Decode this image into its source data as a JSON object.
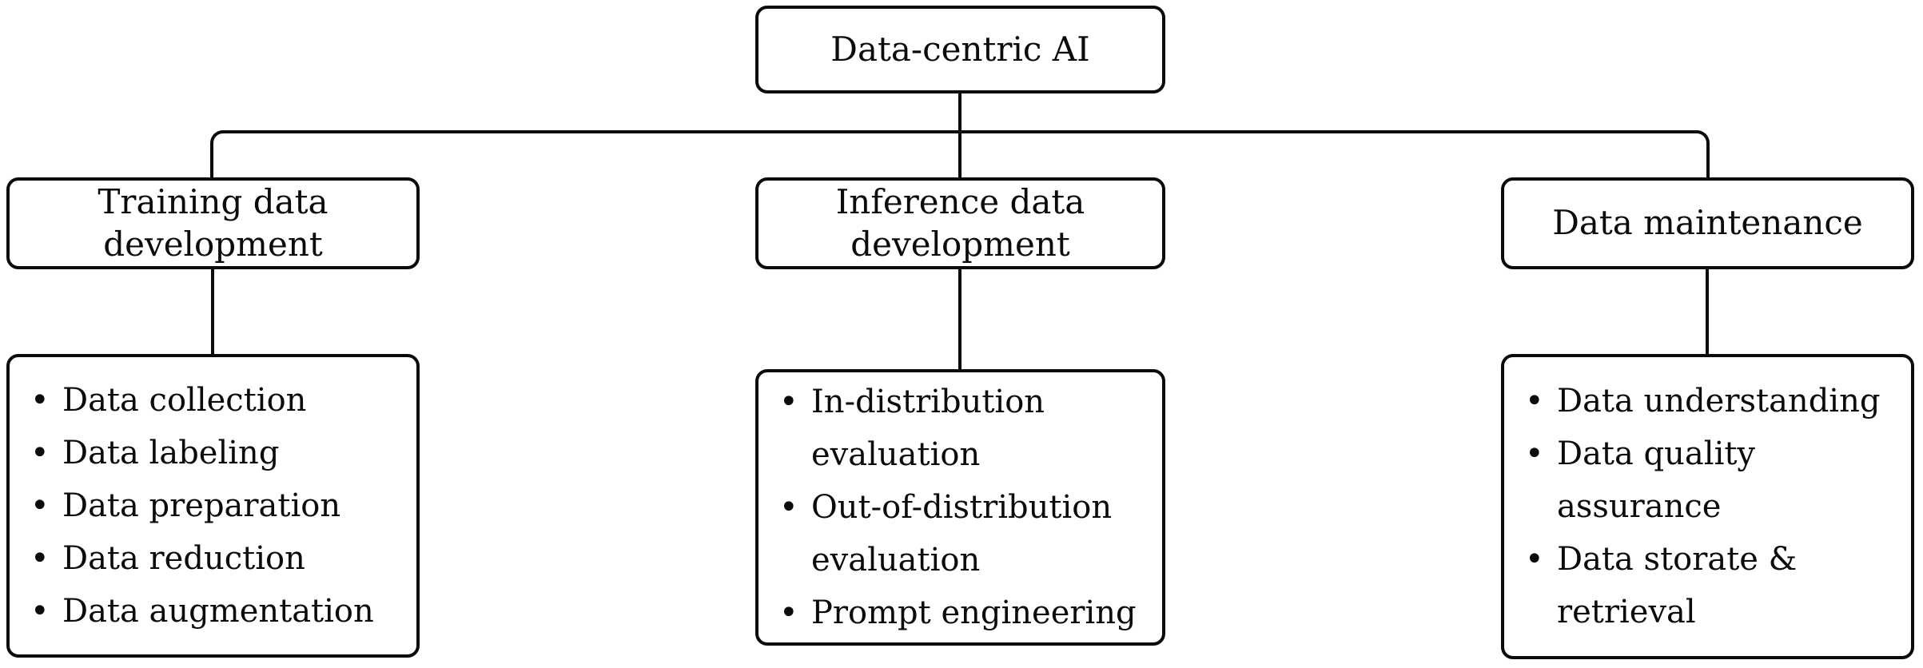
{
  "root": {
    "label": "Data-centric AI"
  },
  "branches": [
    {
      "title": "Training data\ndevelopment",
      "items": [
        "Data collection",
        "Data labeling",
        "Data preparation",
        "Data reduction",
        "Data augmentation"
      ]
    },
    {
      "title": "Inference data\ndevelopment",
      "items": [
        "In-distribution evaluation",
        "Out-of-distribution evaluation",
        "Prompt engineering"
      ]
    },
    {
      "title": "Data maintenance",
      "items": [
        "Data understanding",
        "Data quality assurance",
        "Data storate & retrieval"
      ]
    }
  ],
  "bullet_glyph": "•",
  "colors": {
    "line": "#0b0b0b",
    "text": "#0b0b0b",
    "background": "#ffffff"
  }
}
